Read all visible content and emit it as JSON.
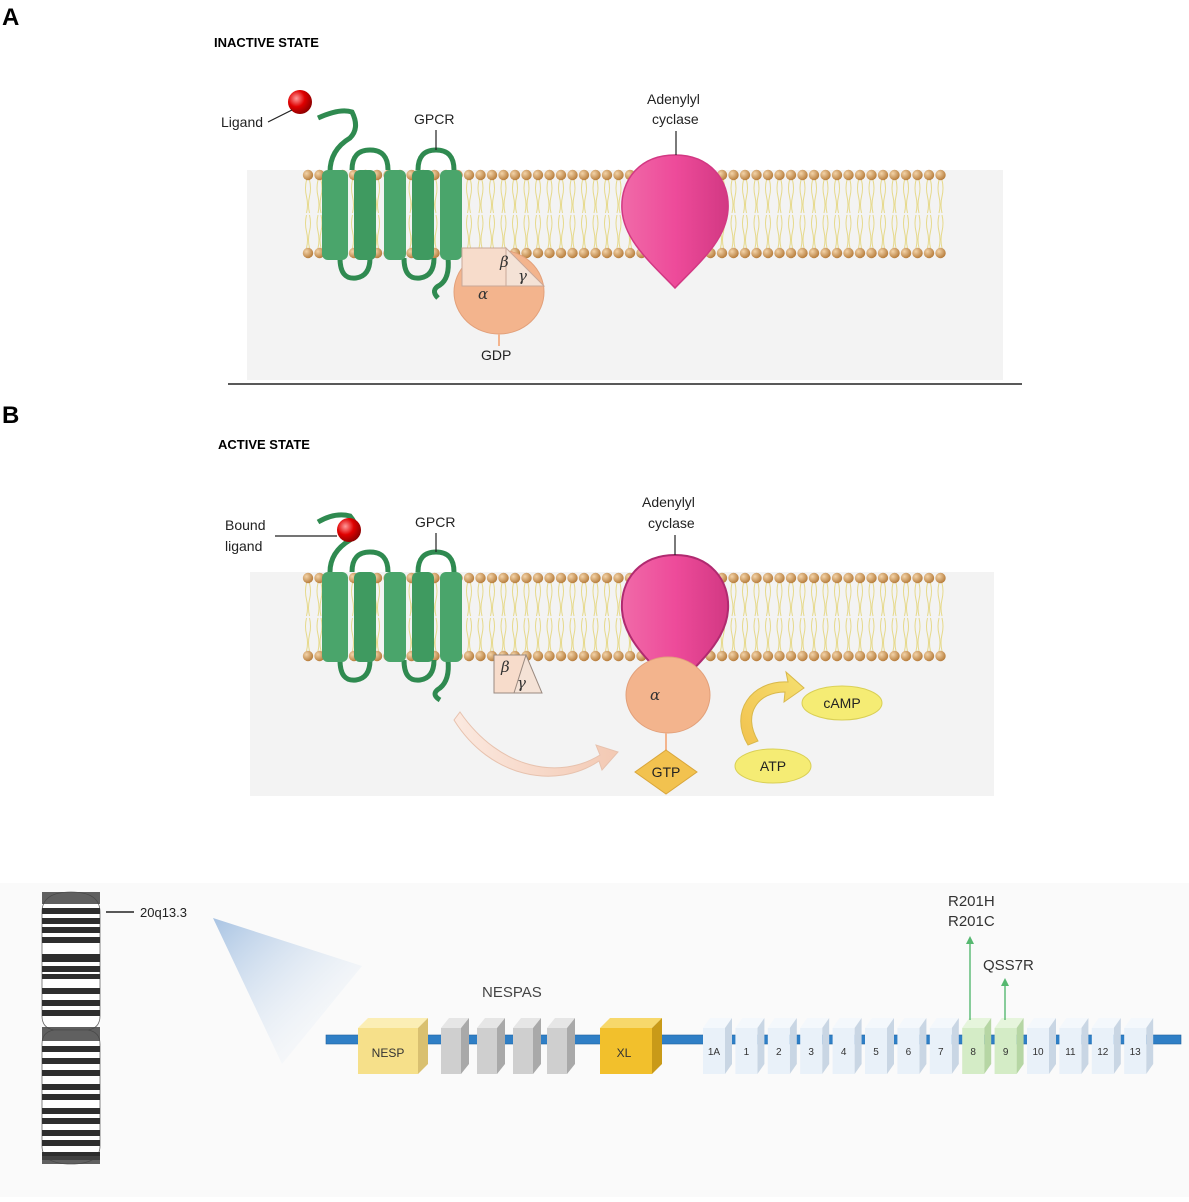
{
  "panel_a": {
    "letter": "A",
    "state_title": "INACTIVE STATE",
    "ligand_label": "Ligand",
    "gpcr_label": "GPCR",
    "ac_label_line1": "Adenylyl",
    "ac_label_line2": "cyclase",
    "alpha": "α",
    "beta": "β",
    "gamma": "γ",
    "gdp_label": "GDP"
  },
  "panel_b": {
    "letter": "B",
    "state_title": "ACTIVE STATE",
    "ligand_label_line1": "Bound",
    "ligand_label_line2": "ligand",
    "gpcr_label": "GPCR",
    "ac_label_line1": "Adenylyl",
    "ac_label_line2": "cyclase",
    "alpha": "α",
    "beta": "β",
    "gamma": "γ",
    "gtp_label": "GTP",
    "camp_label": "cAMP",
    "atp_label": "ATP"
  },
  "panel_c": {
    "band_label": "20q13.3",
    "nespas_label": "NESPAS",
    "nesp_label": "NESP",
    "xl_label": "XL",
    "exons": [
      "1A",
      "1",
      "2",
      "3",
      "4",
      "5",
      "6",
      "7",
      "8",
      "9",
      "10",
      "11",
      "12",
      "13"
    ],
    "mutation_1": "R201H",
    "mutation_2": "R201C",
    "mutation_3": "QSS7R"
  },
  "colors": {
    "gpcr": "#3c9a5f",
    "ligand": "#e00000",
    "adenylyl_cyclase": "#ee4b9a",
    "g_alpha": "#f3b48d",
    "g_betagamma": "#f7dccb",
    "gtp": "#f2c24f",
    "camp_atp": "#f5ec74",
    "membrane_head": "#c8924f",
    "nesp": "#f6e08a",
    "xl": "#f2c02c",
    "exon": "#e9f1f9",
    "mutated_exon": "#d4ecc6",
    "gene_line": "#2f7fc6"
  }
}
